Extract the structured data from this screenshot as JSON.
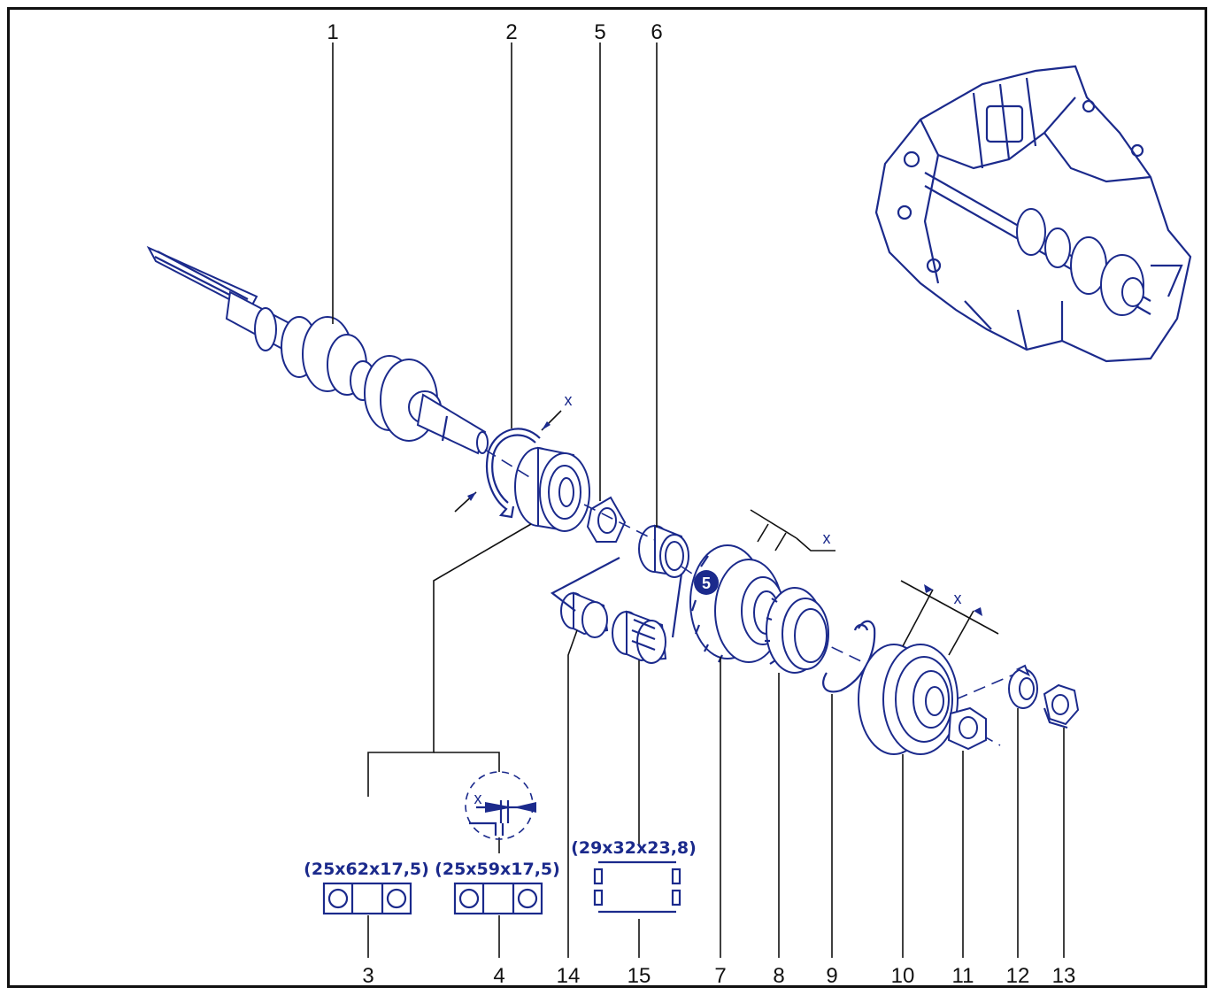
{
  "callouts": {
    "n1": "1",
    "n2": "2",
    "n3": "3",
    "n4": "4",
    "n5": "5",
    "n6": "6",
    "n7": "7",
    "n8": "8",
    "n9": "9",
    "n10": "10",
    "n11": "11",
    "n12": "12",
    "n13": "13",
    "n14": "14",
    "n15": "15"
  },
  "gear_badge": "5",
  "clearance_labels": {
    "x1": "x",
    "x2": "x",
    "x3": "x",
    "x4": "x"
  },
  "dimensions": {
    "bearing_3": "(25x62x17,5)",
    "bearing_4": "(25x59x17,5)",
    "needle_15": "(29x32x23,8)"
  },
  "colors": {
    "line_art": "#1b2a8c",
    "leader": "#111111",
    "frame": "#111111"
  }
}
